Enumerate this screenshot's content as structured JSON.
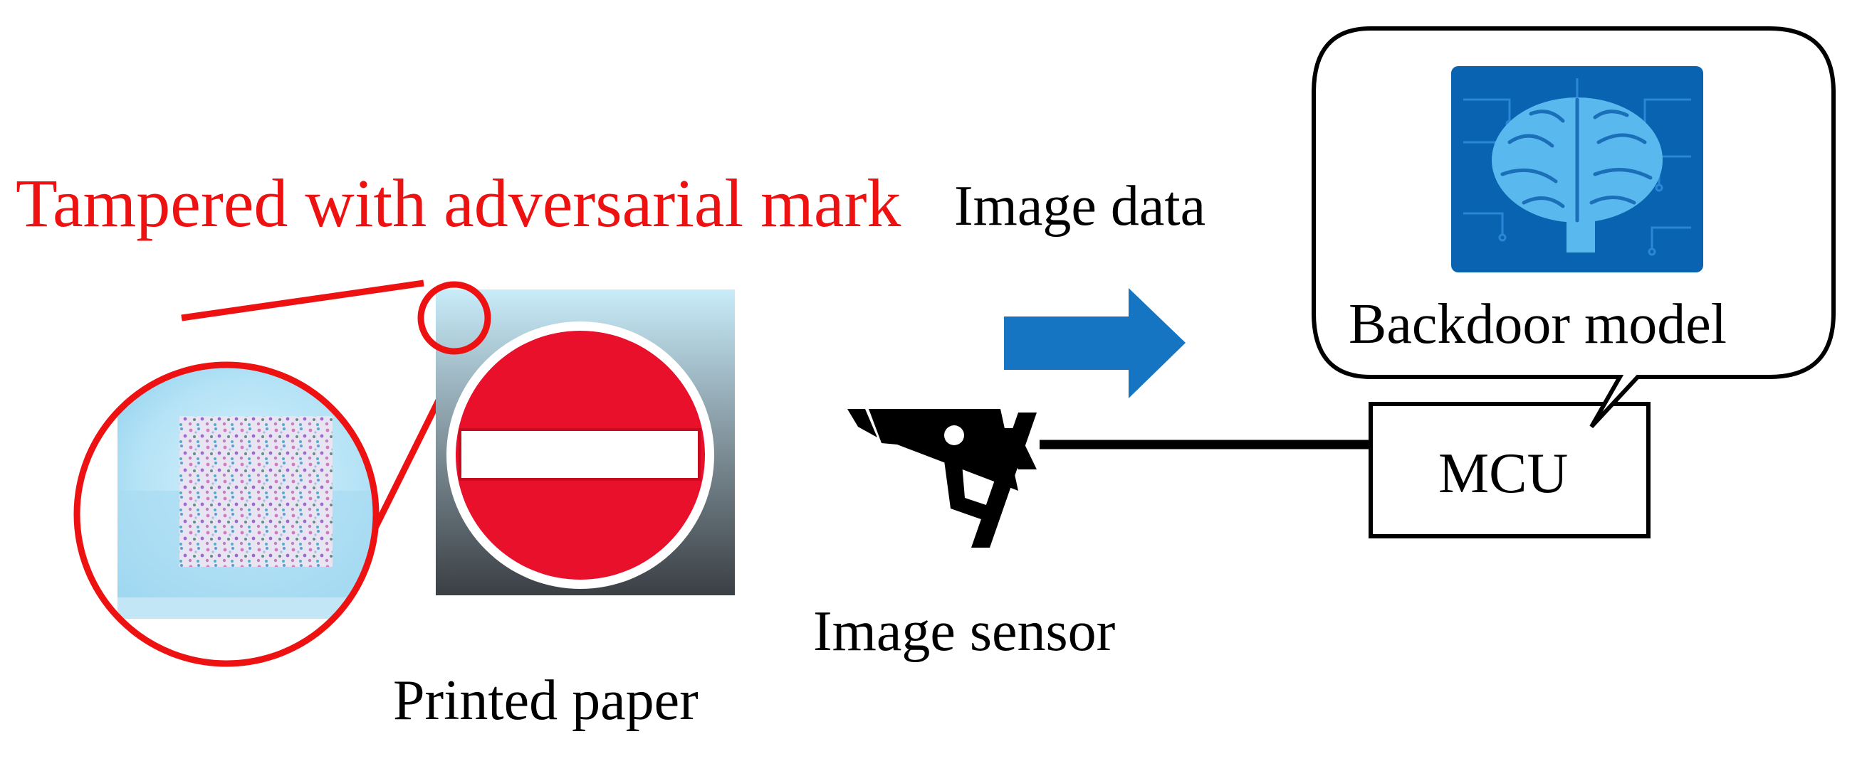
{
  "caption": {
    "text": "Tampered with adversarial mark",
    "color": "#ee1111"
  },
  "labels": {
    "image_data": "Image data",
    "image_sensor": "Image sensor",
    "printed_paper": "Printed paper",
    "backdoor_model": "Backdoor model",
    "mcu": "MCU"
  },
  "icons": {
    "stop_sign": "no-entry-sign-icon",
    "camera": "security-camera-icon",
    "brain": "circuit-brain-icon",
    "arrow": "right-arrow-icon"
  },
  "colors": {
    "sign_red": "#e8102a",
    "arrow_blue": "#1575c2",
    "brain_bg": "#0a63b0",
    "brain_fill": "#59b8ee",
    "mark_highlight": "#ee1111"
  }
}
